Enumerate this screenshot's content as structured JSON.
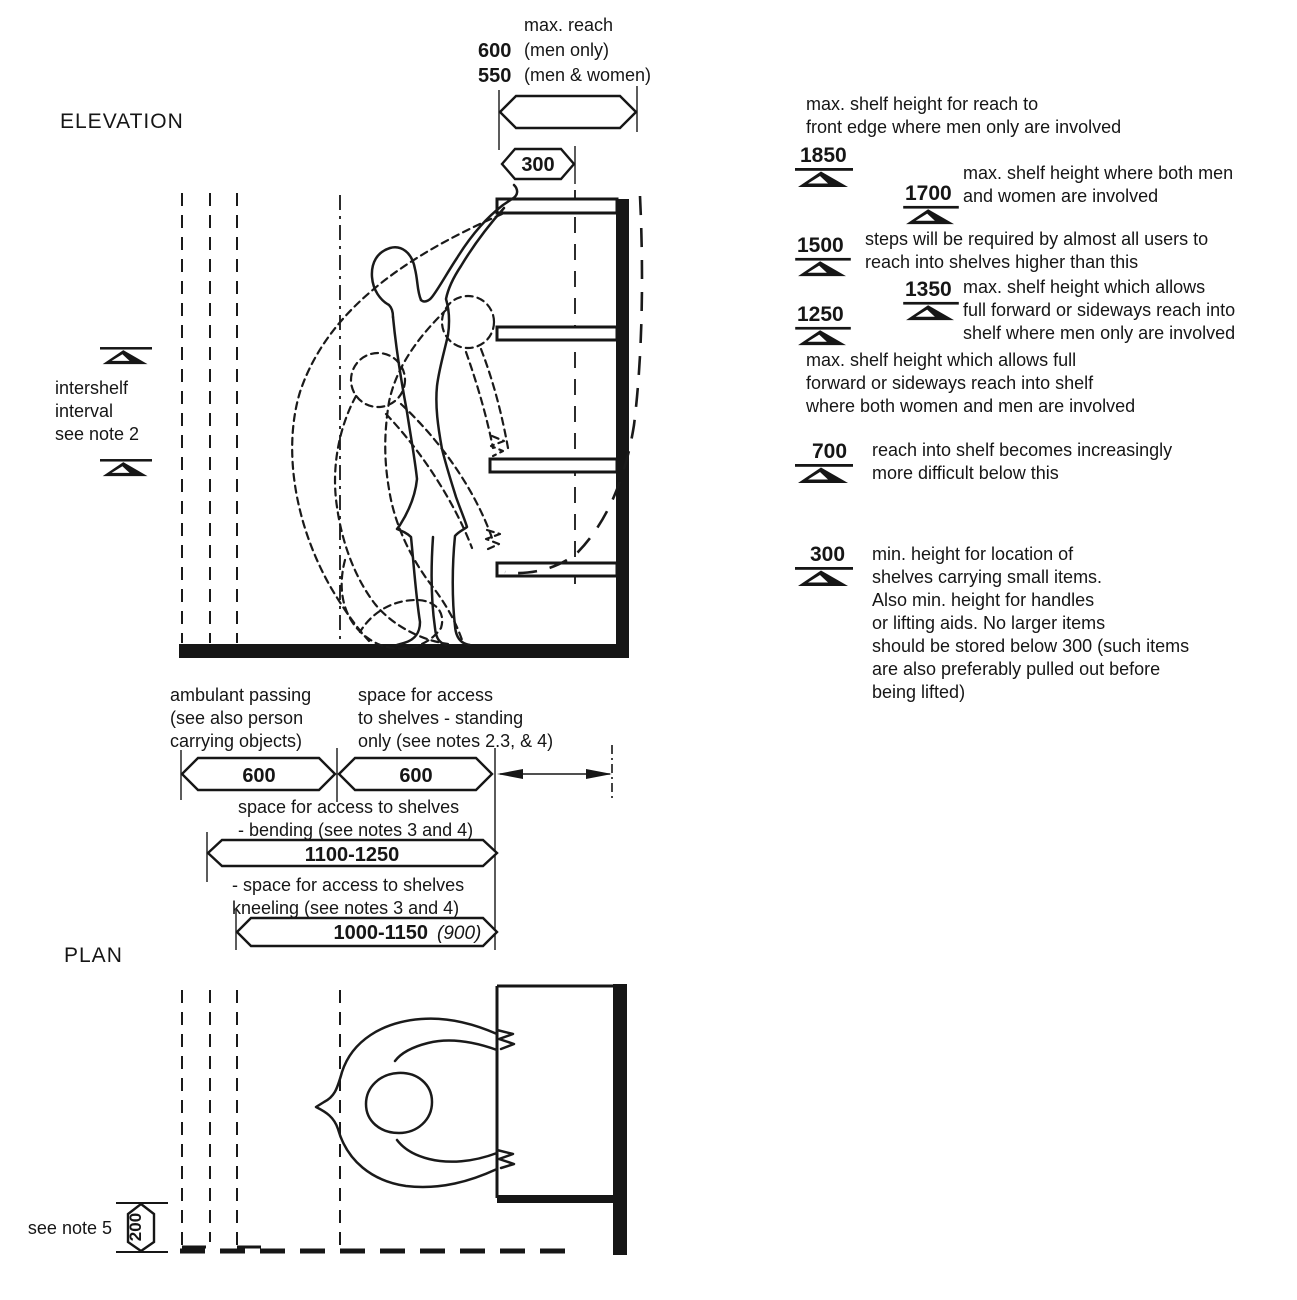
{
  "colors": {
    "ink": "#161616",
    "paper": "#ffffff"
  },
  "elevation": {
    "title": "ELEVATION",
    "top_dim": {
      "label": "max. reach",
      "value1": "600",
      "note1": "(men only)",
      "value2": "550",
      "note2": "(men & women)",
      "inner_value": "300"
    },
    "intershelf": {
      "lines": [
        "intershelf",
        "interval",
        "see note 2"
      ]
    }
  },
  "legend": {
    "items": [
      {
        "value": "1850",
        "lines": [
          "max. shelf height for reach to",
          "front edge where men only are involved"
        ]
      },
      {
        "value": "1700",
        "lines": [
          "max. shelf height where both men",
          "and women are involved"
        ]
      },
      {
        "value": "1500",
        "lines": [
          "steps will be required by almost all users to",
          "reach into shelves higher than this"
        ]
      },
      {
        "value": "1350",
        "lines": [
          "max. shelf height which allows",
          "full forward or sideways reach into",
          "shelf where men only are involved"
        ]
      },
      {
        "value": "1250",
        "lines": [
          "max. shelf height which allows full",
          "forward or sideways reach into shelf",
          "where both women and men are involved"
        ]
      },
      {
        "value": "700",
        "lines": [
          "reach into shelf becomes increasingly",
          "more difficult below this"
        ]
      },
      {
        "value": "300",
        "lines": [
          "min. height for location of",
          "shelves carrying small items.",
          "Also min. height for handles",
          "or lifting aids. No larger items",
          "should be stored below 300 (such items",
          "are also preferably pulled out before",
          "being lifted)"
        ]
      }
    ]
  },
  "access": {
    "passing_label": [
      "ambulant passing",
      "(see also person",
      "carrying objects)"
    ],
    "standing_label": [
      "space for access",
      "to shelves - standing",
      "only (see notes 2.3, & 4)"
    ],
    "dim_passing": "600",
    "dim_standing": "600",
    "bending_label": [
      "space for access to shelves",
      "- bending (see notes 3 and 4)"
    ],
    "dim_bending": "1100-1250",
    "kneeling_label": [
      "- space for access to shelves",
      "kneeling (see notes 3 and 4)"
    ],
    "dim_kneeling": "1000-1150",
    "dim_kneeling_alt": "(900)"
  },
  "plan": {
    "title": "PLAN",
    "note": "see note 5",
    "dim": "200"
  }
}
